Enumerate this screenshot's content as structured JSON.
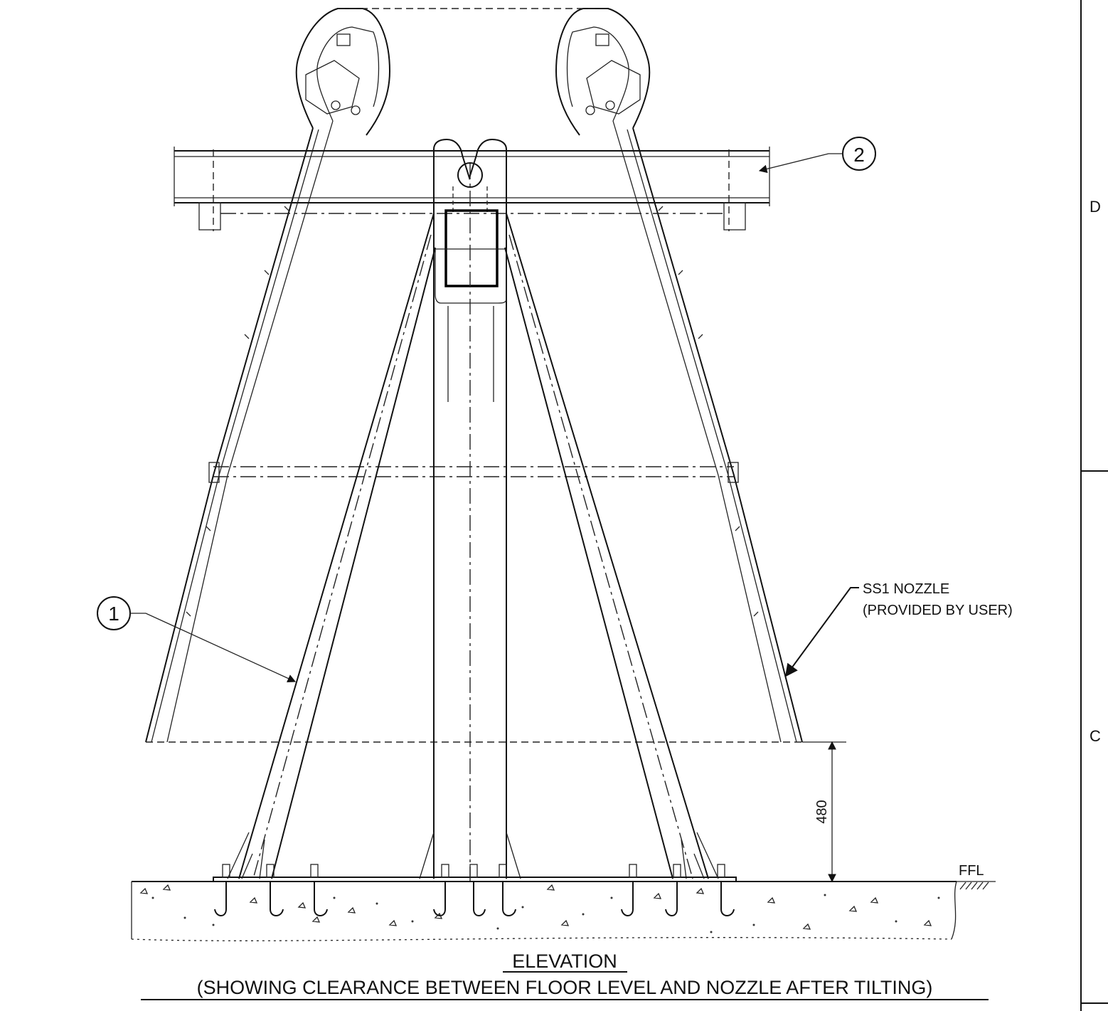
{
  "balloons": {
    "item1": "1",
    "item2": "2"
  },
  "callout": {
    "line1": "SS1 NOZZLE",
    "line2": "(PROVIDED BY USER)"
  },
  "dimension": {
    "clearance": "480"
  },
  "floor_label": "FFL",
  "zone_labels": {
    "d": "D",
    "c": "C"
  },
  "title": {
    "main": "ELEVATION",
    "sub": "(SHOWING CLEARANCE BETWEEN FLOOR LEVEL AND NOZZLE AFTER TILTING)"
  }
}
